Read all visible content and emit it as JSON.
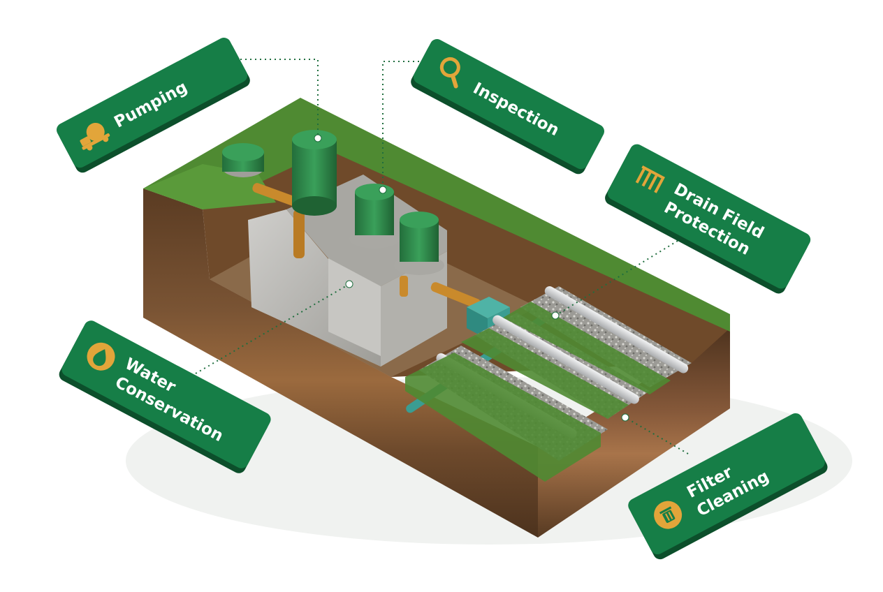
{
  "colors": {
    "card_green": "#167e47",
    "card_shadow": "#0c4f2b",
    "icon_gold": "#e2a53a",
    "grass": "#4f8a32",
    "soil": "#6b4a2e",
    "concrete": "#b9b8b3",
    "pipe_orange": "#c98a2c",
    "lid_green": "#2f8a4c",
    "gravel": "#a7a7a2",
    "perforated_pipe": "#d9dbdc",
    "leader_line": "#1f6e3e"
  },
  "labels": {
    "pumping": {
      "text": "Pumping",
      "icon": "pump-truck-icon"
    },
    "inspection": {
      "text": "Inspection",
      "icon": "magnifier-icon"
    },
    "drain_field": {
      "line1": "Drain Field",
      "line2": "Protection",
      "icon": "drain-pipes-icon"
    },
    "water_conservation": {
      "line1": "Water",
      "line2": "Conservation",
      "icon": "water-drop-icon"
    },
    "filter_cleaning": {
      "line1": "Filter",
      "line2": "Cleaning",
      "icon": "trash-filter-icon"
    }
  }
}
